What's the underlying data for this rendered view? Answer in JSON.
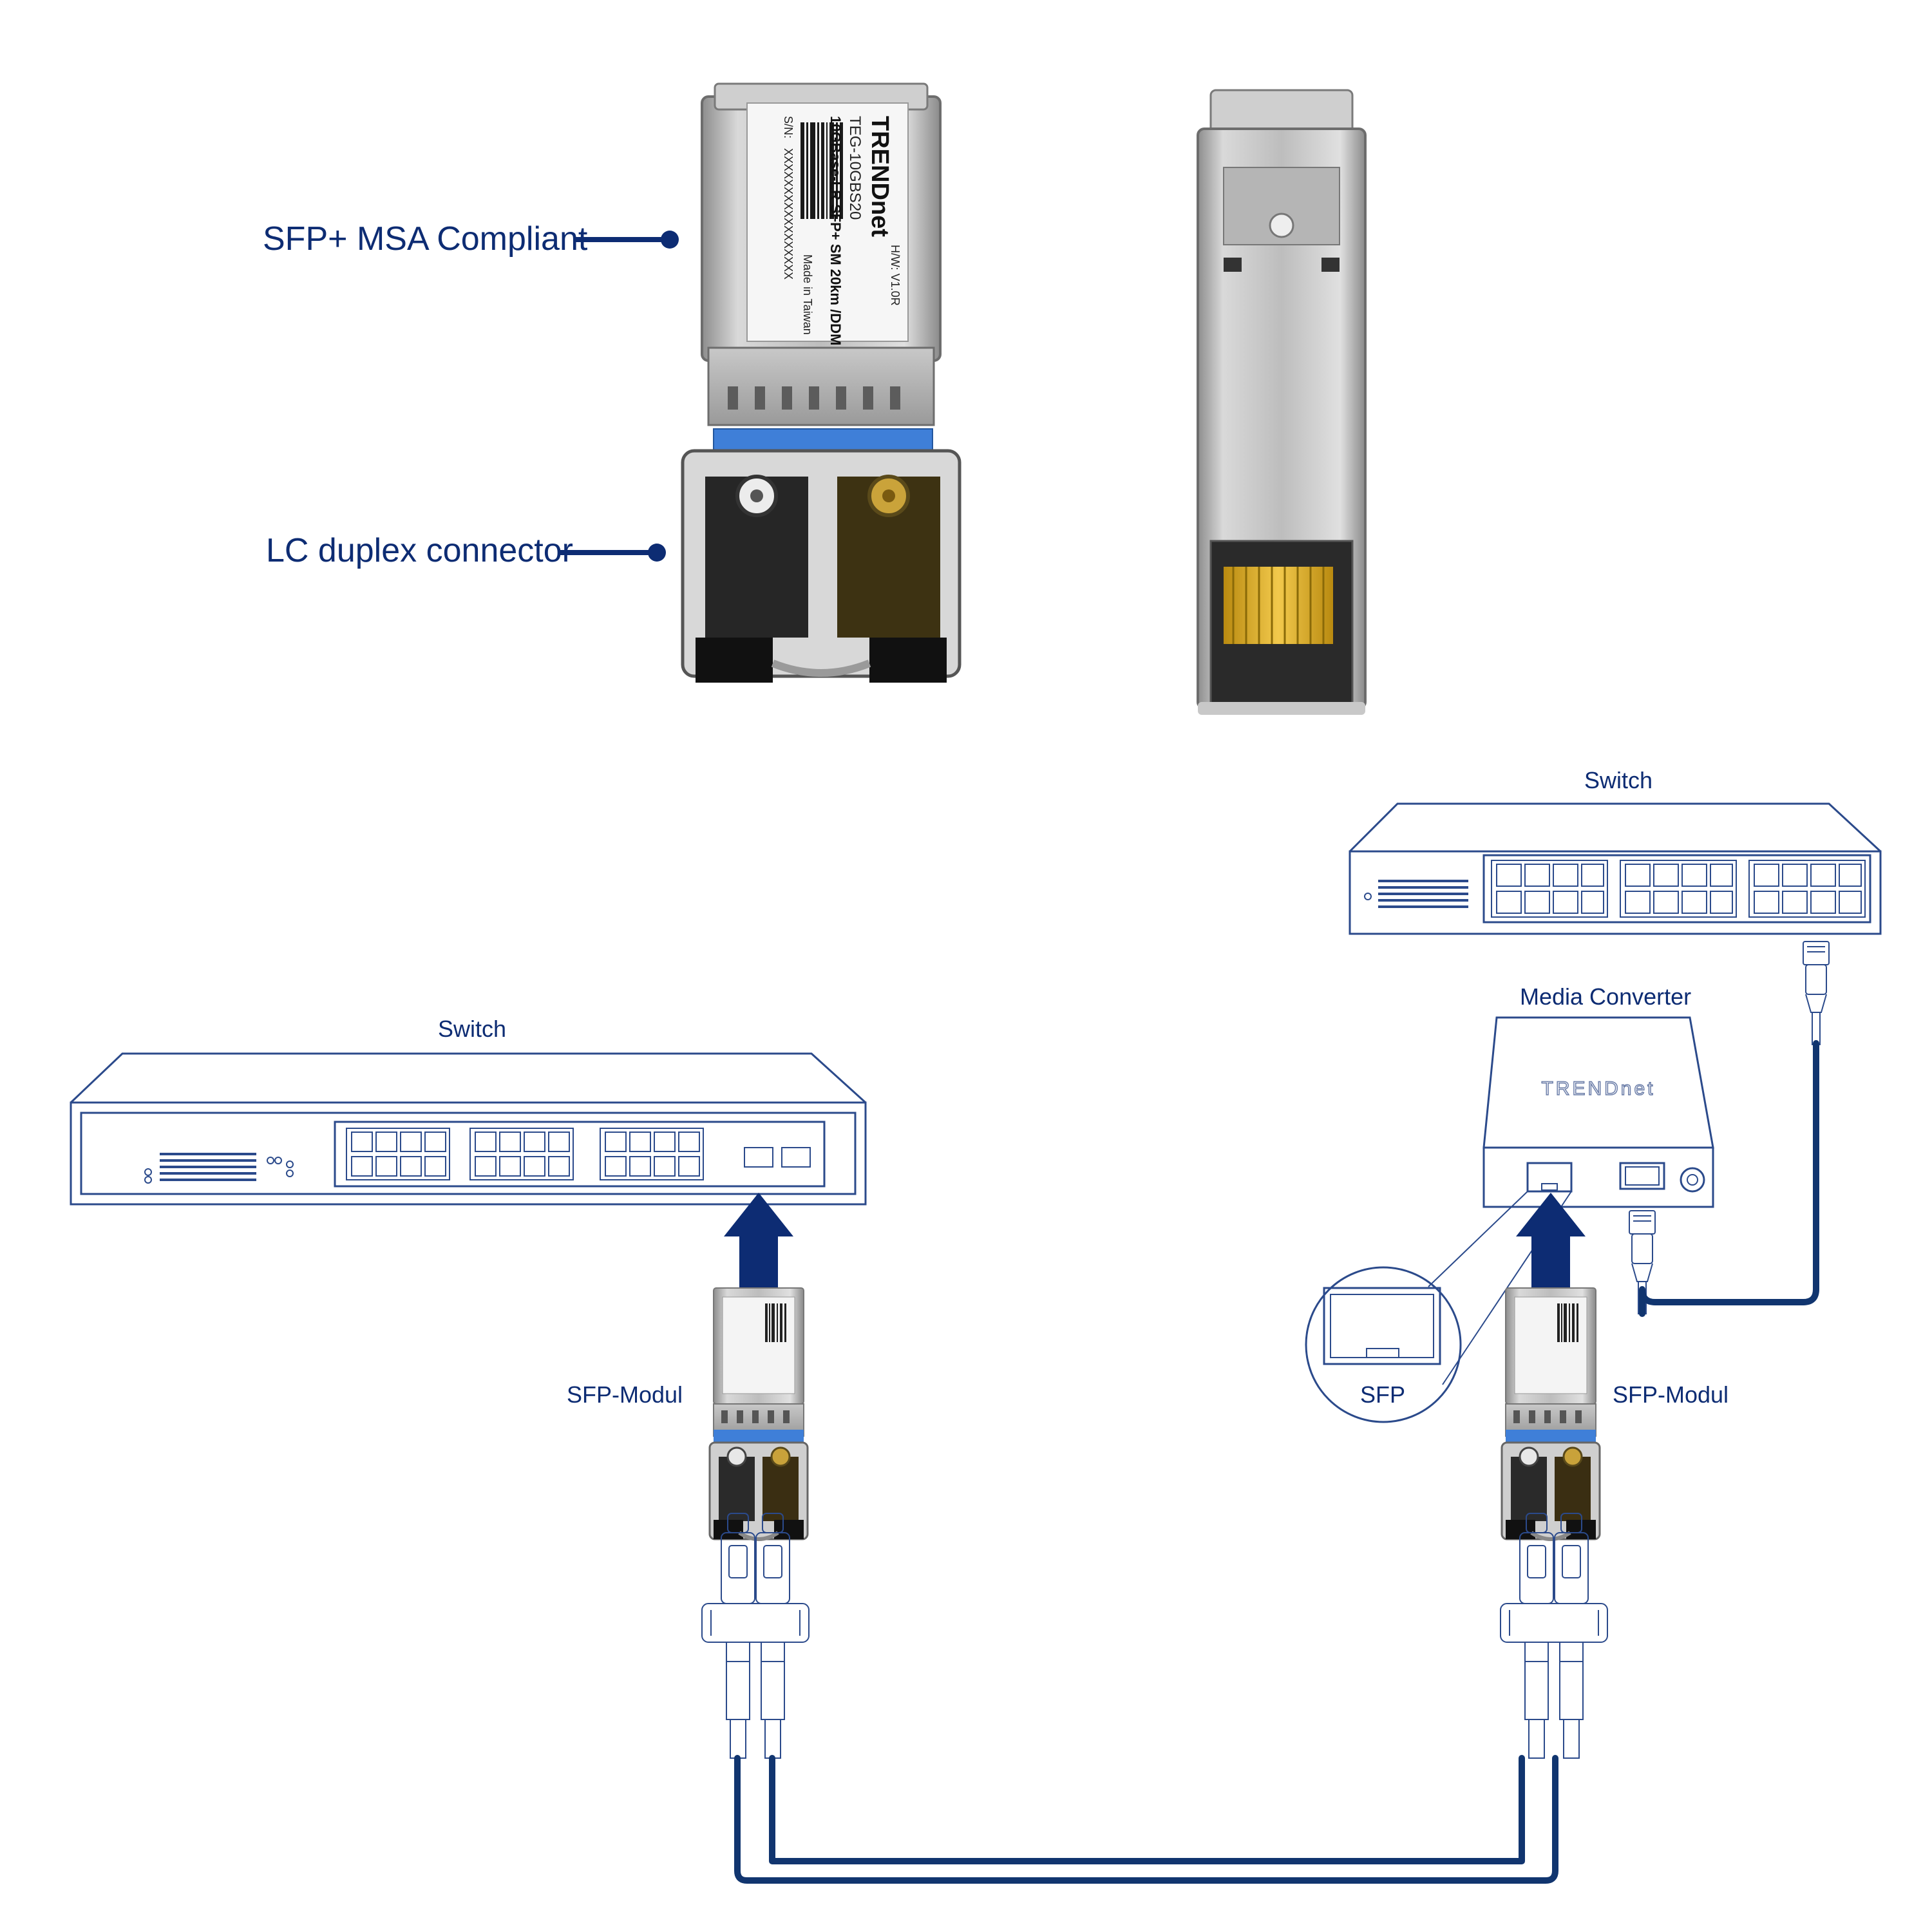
{
  "callouts": {
    "msa": "SFP+ MSA Compliant",
    "lc": "LC duplex connector"
  },
  "module_label": {
    "brand": "TRENDnet",
    "model": "TEG-10GBS20",
    "spec": "10GBase-LR SFP+ SM 20km /DDM",
    "hw": "H/W: V1.0R",
    "sn": "S/N:",
    "sn_value": "XXXXXXXXXXXXXXXXX",
    "origin": "Made in Taiwan"
  },
  "diagram": {
    "left_switch": "Switch",
    "right_switch": "Switch",
    "media_converter": "Media Converter",
    "converter_brand": "TRENDnet",
    "sfp_left": "SFP-Modul",
    "sfp_right": "SFP-Modul",
    "sfp_zoom": "SFP"
  },
  "colors": {
    "navy": "#0d2c73",
    "outline": "#2b4a8b",
    "cable": "#11356f",
    "blue_latch": "#3f7fd8",
    "gold_contacts": "#d4a017"
  }
}
